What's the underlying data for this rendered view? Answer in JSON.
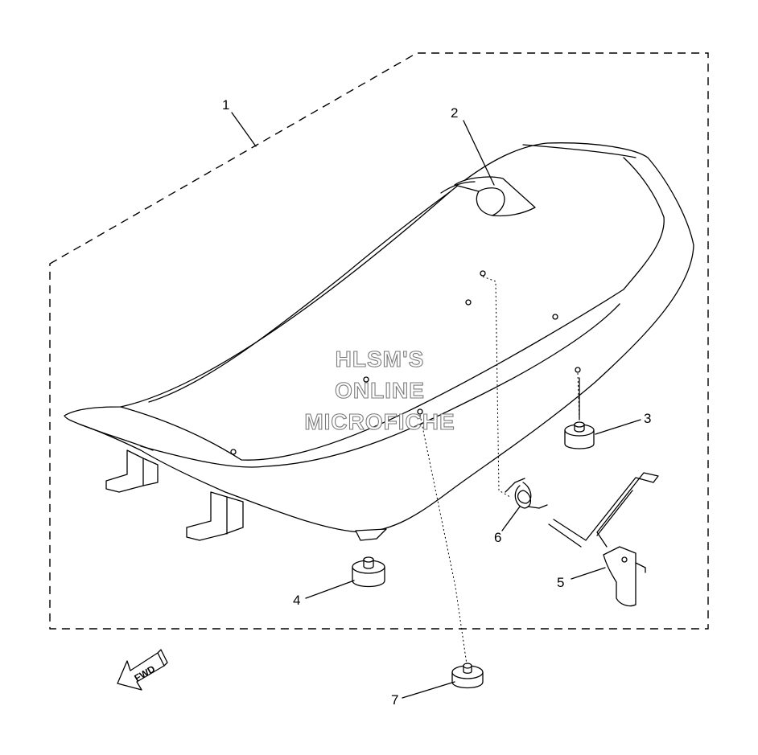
{
  "watermark": {
    "line1": "HLSM'S",
    "line2": "ONLINE",
    "line3": "MICROFICHE"
  },
  "fwd_label": "FWD",
  "callouts": [
    {
      "id": "1",
      "label": "1"
    },
    {
      "id": "2",
      "label": "2"
    },
    {
      "id": "3",
      "label": "3"
    },
    {
      "id": "4",
      "label": "4"
    },
    {
      "id": "5",
      "label": "5"
    },
    {
      "id": "6",
      "label": "6"
    },
    {
      "id": "7",
      "label": "7"
    }
  ]
}
